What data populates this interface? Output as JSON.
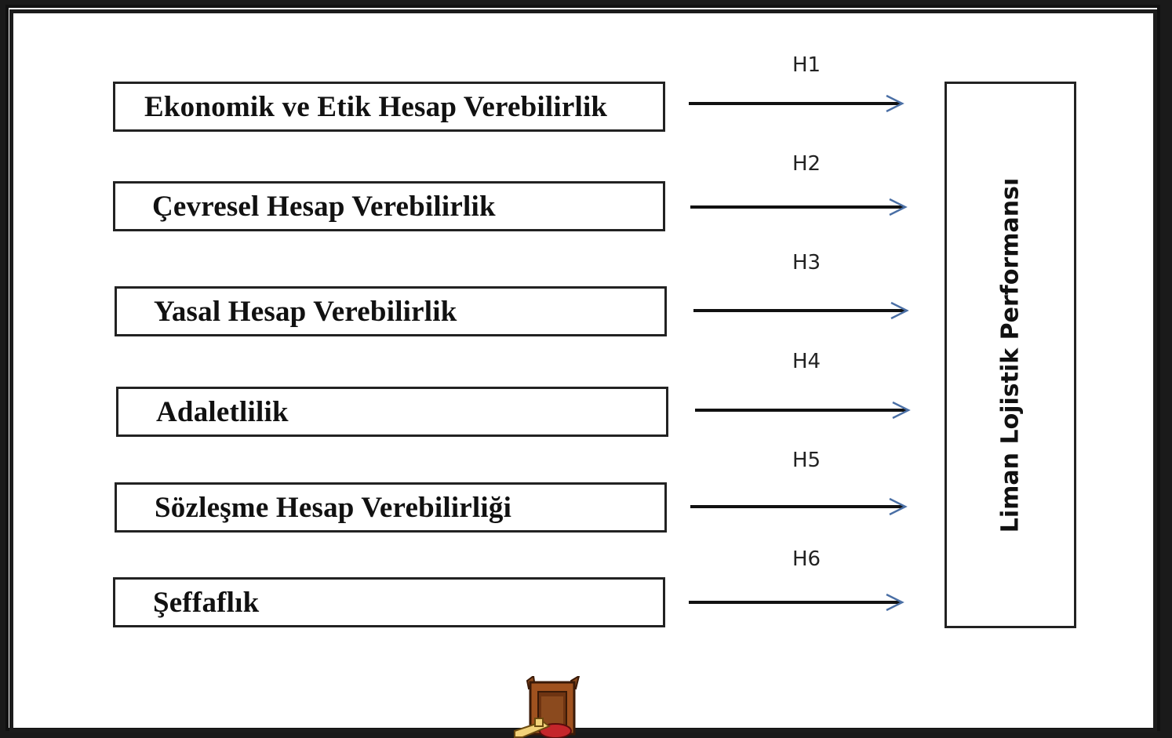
{
  "factors": [
    {
      "label": "Ekonomik ve Etik Hesap Verebilirlik"
    },
    {
      "label": "Çevresel Hesap Verebilirlik"
    },
    {
      "label": "Yasal Hesap Verebilirlik"
    },
    {
      "label": "Adaletlilik"
    },
    {
      "label": "Sözleşme Hesap Verebilirliği"
    },
    {
      "label": "Şeffaflık"
    }
  ],
  "hypotheses": [
    "H1",
    "H2",
    "H3",
    "H4",
    "H5",
    "H6"
  ],
  "outcome": {
    "label": "Liman Lojistik Performansı"
  },
  "colors": {
    "line": "#111111",
    "arrowhead": "#4a6fa5",
    "border": "#222222",
    "background": "#ffffff"
  },
  "icons": {
    "mascot": "cartoon-character-icon"
  }
}
